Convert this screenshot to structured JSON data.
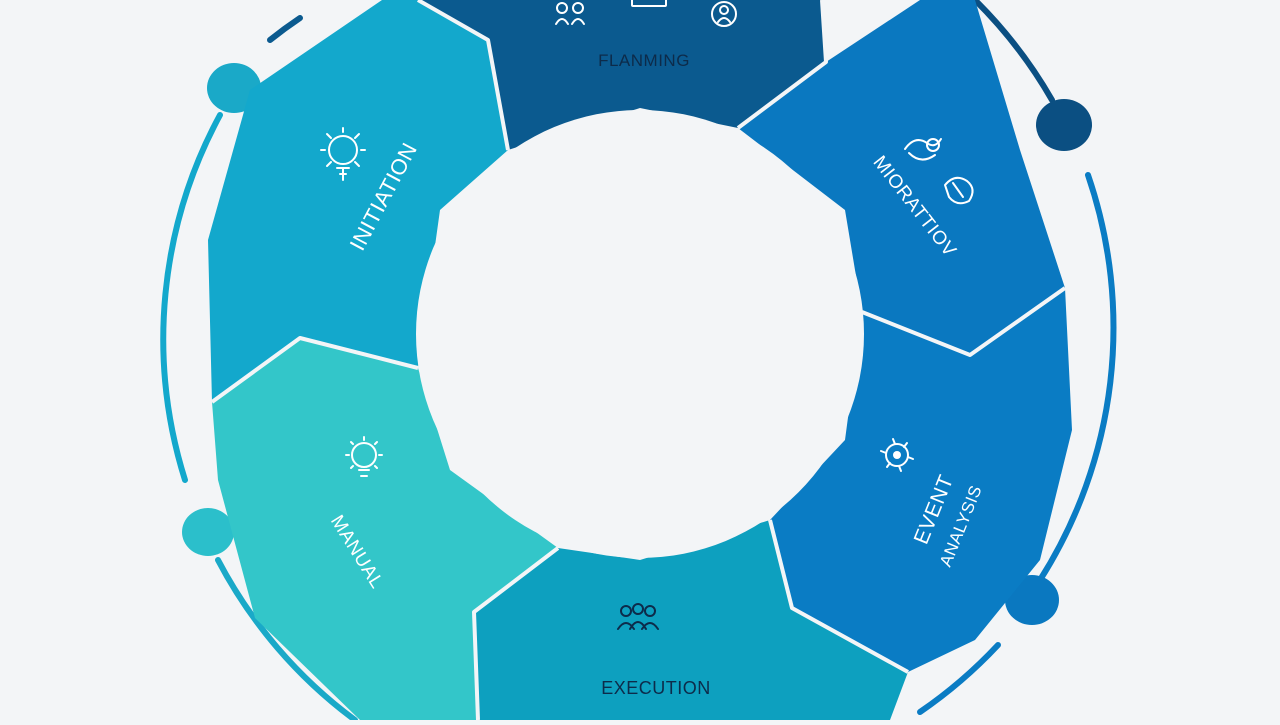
{
  "diagram": {
    "segments": [
      {
        "id": "planning",
        "label": "FLANMING",
        "color": "#0b5a8f",
        "icon": "people-icon"
      },
      {
        "id": "monitoring",
        "label": "MIORATTIOV",
        "color": "#0a78c0",
        "icon": "handshake-icon"
      },
      {
        "id": "event",
        "label_lines": [
          "EVENT",
          "ANALYSIS"
        ],
        "color": "#0a7cc4",
        "icon": "gear-brain-icon"
      },
      {
        "id": "execution",
        "label": "EXECUTION",
        "color": "#0da0bf",
        "icon": "team-icon"
      },
      {
        "id": "review",
        "label": "MANUAL",
        "color": "#33c6c9",
        "icon": "lightbulb-gear-icon"
      },
      {
        "id": "initiation",
        "label": "INITIATION",
        "color": "#13a8cc",
        "icon": "lightbulb-icon"
      }
    ],
    "colors": {
      "ring_arc": "#0a7cc4",
      "ring_dot_teal": "#1aa9c8",
      "ring_dot_navy": "#0b4f82",
      "center": "#f3f5f7"
    }
  }
}
